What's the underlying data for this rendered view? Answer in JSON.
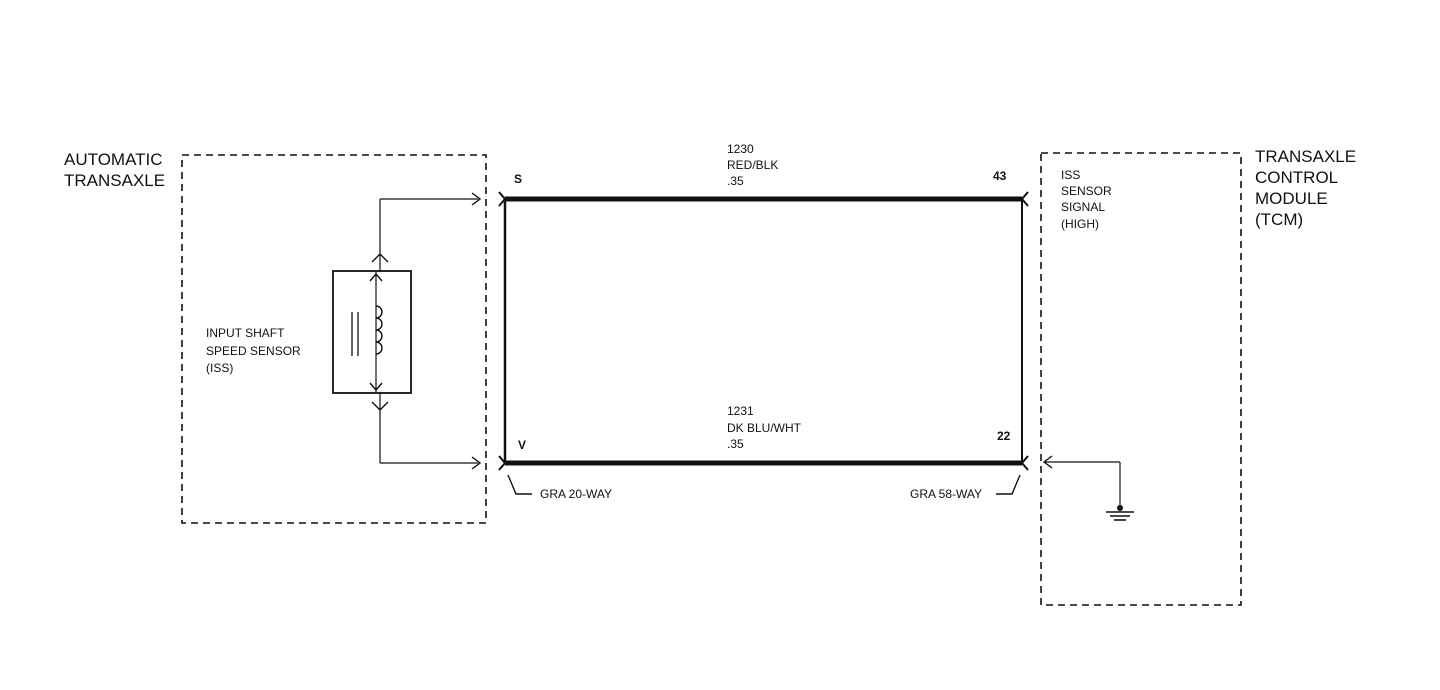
{
  "left_module": {
    "label_lines": [
      "AUTOMATIC",
      "TRANSAXLE"
    ]
  },
  "sensor": {
    "label_lines": [
      "INPUT SHAFT",
      "SPEED SENSOR",
      "(ISS)"
    ]
  },
  "right_module": {
    "label_lines": [
      "TRANSAXLE",
      "CONTROL",
      "MODULE",
      "(TCM)"
    ],
    "signal_label_lines": [
      "ISS",
      "SENSOR",
      "SIGNAL",
      "(HIGH)"
    ]
  },
  "wires": {
    "top": {
      "circuit": "1230",
      "color": "RED/BLK",
      "gauge": ".35",
      "left_pin": "S",
      "right_pin": "43"
    },
    "bottom": {
      "circuit": "1231",
      "color": "DK BLU/WHT",
      "gauge": ".35",
      "left_pin": "V",
      "right_pin": "22"
    }
  },
  "connectors": {
    "left": "GRA 20-WAY",
    "right": "GRA 58-WAY"
  },
  "colors": {
    "line": "#111111",
    "background": "#ffffff"
  }
}
